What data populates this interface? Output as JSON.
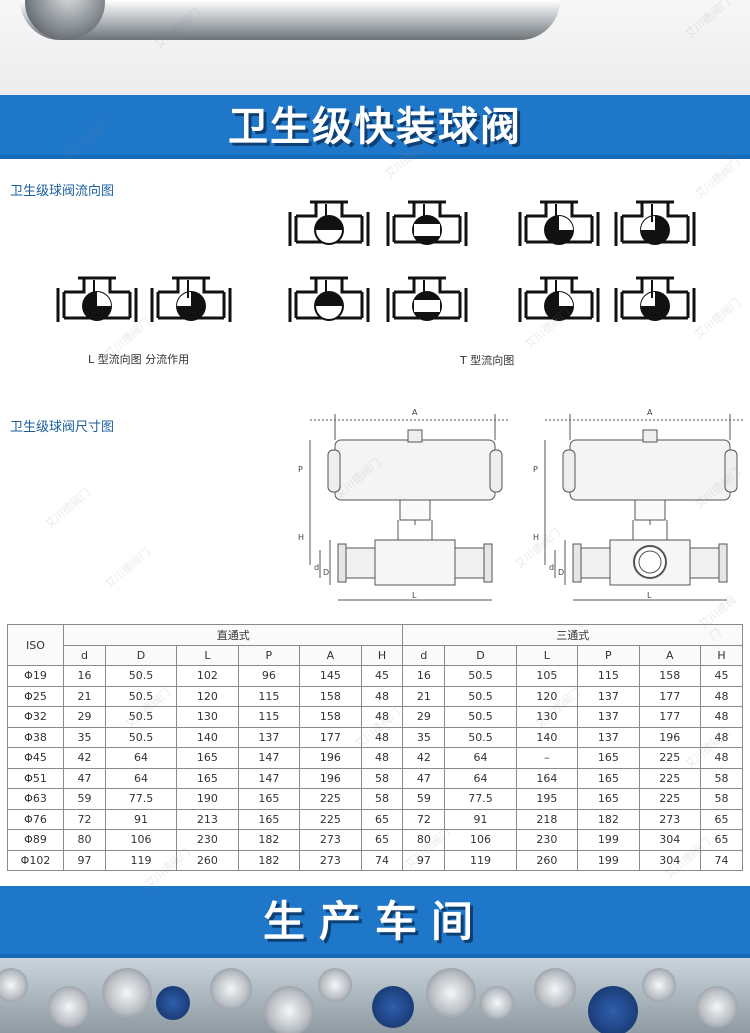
{
  "banner_top": {
    "title": "卫生级快装球阀"
  },
  "flow_section": {
    "label": "卫生级球阀流向图",
    "l_caption": "L 型流向图 分流作用",
    "t_caption": "T 型流向图"
  },
  "dimension_section": {
    "label": "卫生级球阀尺寸图",
    "labels": {
      "A": "A",
      "P": "P",
      "H": "H",
      "d": "d",
      "D": "D",
      "L": "L"
    }
  },
  "spec_table": {
    "iso_label": "ISO",
    "group_straight": "直通式",
    "group_three": "三通式",
    "columns": [
      "d",
      "D",
      "L",
      "P",
      "A",
      "H"
    ],
    "rows": [
      {
        "iso": "Φ19",
        "straight": [
          "16",
          "50.5",
          "102",
          "96",
          "145",
          "45"
        ],
        "three": [
          "16",
          "50.5",
          "105",
          "115",
          "158",
          "45"
        ]
      },
      {
        "iso": "Φ25",
        "straight": [
          "21",
          "50.5",
          "120",
          "115",
          "158",
          "48"
        ],
        "three": [
          "21",
          "50.5",
          "120",
          "137",
          "177",
          "48"
        ]
      },
      {
        "iso": "Φ32",
        "straight": [
          "29",
          "50.5",
          "130",
          "115",
          "158",
          "48"
        ],
        "three": [
          "29",
          "50.5",
          "130",
          "137",
          "177",
          "48"
        ]
      },
      {
        "iso": "Φ38",
        "straight": [
          "35",
          "50.5",
          "140",
          "137",
          "177",
          "48"
        ],
        "three": [
          "35",
          "50.5",
          "140",
          "137",
          "196",
          "48"
        ]
      },
      {
        "iso": "Φ45",
        "straight": [
          "42",
          "64",
          "165",
          "147",
          "196",
          "48"
        ],
        "three": [
          "42",
          "64",
          "–",
          "165",
          "225",
          "48"
        ]
      },
      {
        "iso": "Φ51",
        "straight": [
          "47",
          "64",
          "165",
          "147",
          "196",
          "58"
        ],
        "three": [
          "47",
          "64",
          "164",
          "165",
          "225",
          "58"
        ]
      },
      {
        "iso": "Φ63",
        "straight": [
          "59",
          "77.5",
          "190",
          "165",
          "225",
          "58"
        ],
        "three": [
          "59",
          "77.5",
          "195",
          "165",
          "225",
          "58"
        ]
      },
      {
        "iso": "Φ76",
        "straight": [
          "72",
          "91",
          "213",
          "165",
          "225",
          "65"
        ],
        "three": [
          "72",
          "91",
          "218",
          "182",
          "273",
          "65"
        ]
      },
      {
        "iso": "Φ89",
        "straight": [
          "80",
          "106",
          "230",
          "182",
          "273",
          "65"
        ],
        "three": [
          "80",
          "106",
          "230",
          "199",
          "304",
          "65"
        ]
      },
      {
        "iso": "Φ102",
        "straight": [
          "97",
          "119",
          "260",
          "182",
          "273",
          "74"
        ],
        "three": [
          "97",
          "119",
          "260",
          "199",
          "304",
          "74"
        ]
      }
    ]
  },
  "banner_bottom": {
    "title": "生产车间"
  },
  "watermark_text": "艾川德阀门",
  "colors": {
    "banner": "#1f77c9",
    "label": "#1a5f9e"
  }
}
